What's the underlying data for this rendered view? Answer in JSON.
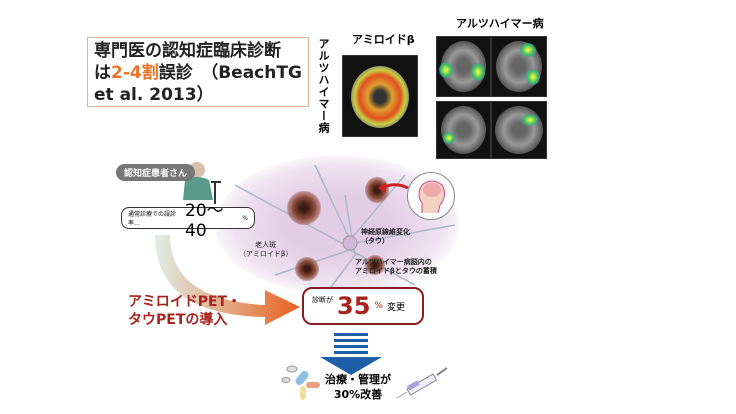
{
  "title": {
    "line1": "専門医の認知症臨床診断",
    "line2_pre": "は",
    "line2_highlight": "2-4割",
    "line2_post": "誤診　（BeachTG",
    "line3": "et al. 2013）"
  },
  "images": {
    "vertical_label": "アルツハイマー病",
    "amyloid_label": "アミロイドβ",
    "ad_label": "アルツハイマー病"
  },
  "illustration": {
    "patient_label": "認知症患者さん",
    "misdiag_label": "通常診療での誤診率…",
    "misdiag_value": "20〜40",
    "misdiag_unit": "%",
    "plaque_label": "老人斑\n（アミロイドβ）",
    "tangle_label": "神経原線維変化\n（タウ）",
    "accum_label": "アルツハイマー病脳内の\nアミロイドβとタウの蓄積",
    "pet_line1": "アミロイドPET・",
    "pet_line2": "タウPETの導入",
    "result_pre": "診断が",
    "result_value": "35",
    "result_unit": "%",
    "result_post": "変更",
    "treat_line1": "治療・管理が",
    "treat_line2": "30%改善"
  },
  "colors": {
    "accent": "#e8742a",
    "dark_red": "#a6231f",
    "blue": "#1f5fa8"
  }
}
